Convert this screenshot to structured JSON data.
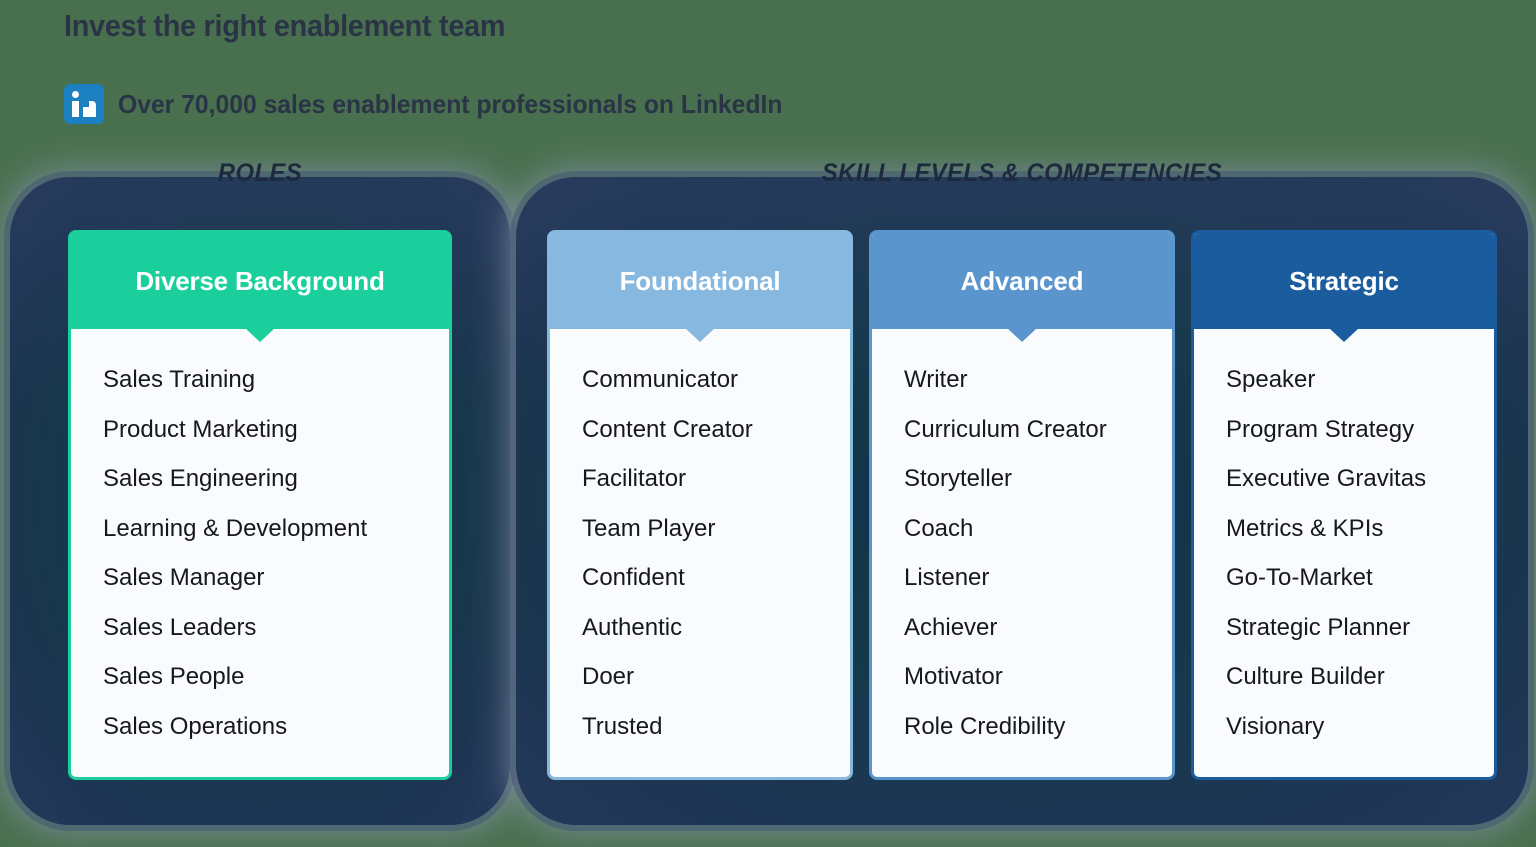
{
  "header": {
    "title": "Invest the right enablement team",
    "subtitle": "Over 70,000 sales enablement professionals on LinkedIn",
    "linkedin_icon": "linkedin-icon"
  },
  "panels": [
    {
      "label": "ROLES"
    },
    {
      "label": "SKILL LEVELS & COMPETENCIES"
    }
  ],
  "colors": {
    "page_background": "#48704e",
    "panel_navy": "#143a4a",
    "title_navy": "#2b3446",
    "green": "#1acf9c",
    "light_blue": "#87b8e0",
    "medium_blue": "#5b95ce",
    "dark_blue": "#1b5c9e",
    "linkedin_blue": "#1b7fc0",
    "card_background": "#fafbfd"
  },
  "cards": [
    {
      "title": "Diverse Background",
      "accent": "#1acf9c",
      "items": [
        "Sales Training",
        "Product Marketing",
        "Sales Engineering",
        "Learning & Development",
        "Sales Manager",
        "Sales Leaders",
        "Sales People",
        "Sales Operations"
      ]
    },
    {
      "title": "Foundational",
      "accent": "#87b8e0",
      "items": [
        "Communicator",
        "Content Creator",
        "Facilitator",
        "Team Player",
        "Confident",
        "Authentic",
        "Doer",
        "Trusted"
      ]
    },
    {
      "title": "Advanced",
      "accent": "#5b95ce",
      "items": [
        "Writer",
        "Curriculum Creator",
        "Storyteller",
        "Coach",
        "Listener",
        "Achiever",
        "Motivator",
        "Role Credibility"
      ]
    },
    {
      "title": "Strategic",
      "accent": "#1b5c9e",
      "items": [
        "Speaker",
        "Program Strategy",
        "Executive Gravitas",
        "Metrics & KPIs",
        "Go-To-Market",
        "Strategic Planner",
        "Culture Builder",
        "Visionary"
      ]
    }
  ]
}
